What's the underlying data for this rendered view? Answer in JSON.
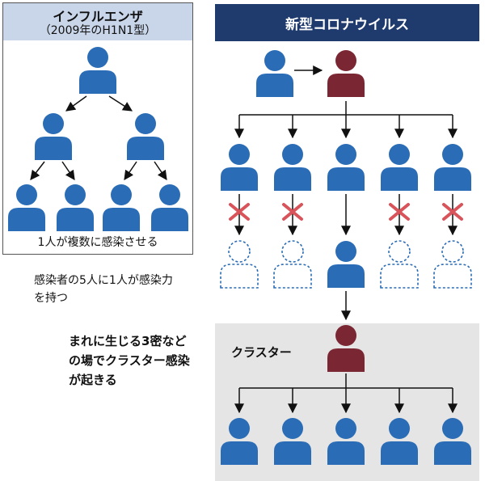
{
  "influenza": {
    "title": "インフルエンザ",
    "subtitle": "（2009年のH1N1型）",
    "caption": "1人が複数に感染させる"
  },
  "covid": {
    "title": "新型コロナウイルス",
    "note_lines": [
      "感染者の5人に1人が感染力",
      "を持つ"
    ],
    "cluster_label": "クラスター",
    "three_c_lines": [
      "まれに生じる3密など",
      "の場でクラスター感染",
      "が起きる"
    ]
  },
  "colors": {
    "person_blue": "#2a6cb5",
    "person_red": "#7a2633",
    "cross_red": "#d9535a",
    "header_navy": "#1f3b6e",
    "header_lightblue": "#c9d6ea",
    "cluster_gray": "#e5e5e5"
  }
}
